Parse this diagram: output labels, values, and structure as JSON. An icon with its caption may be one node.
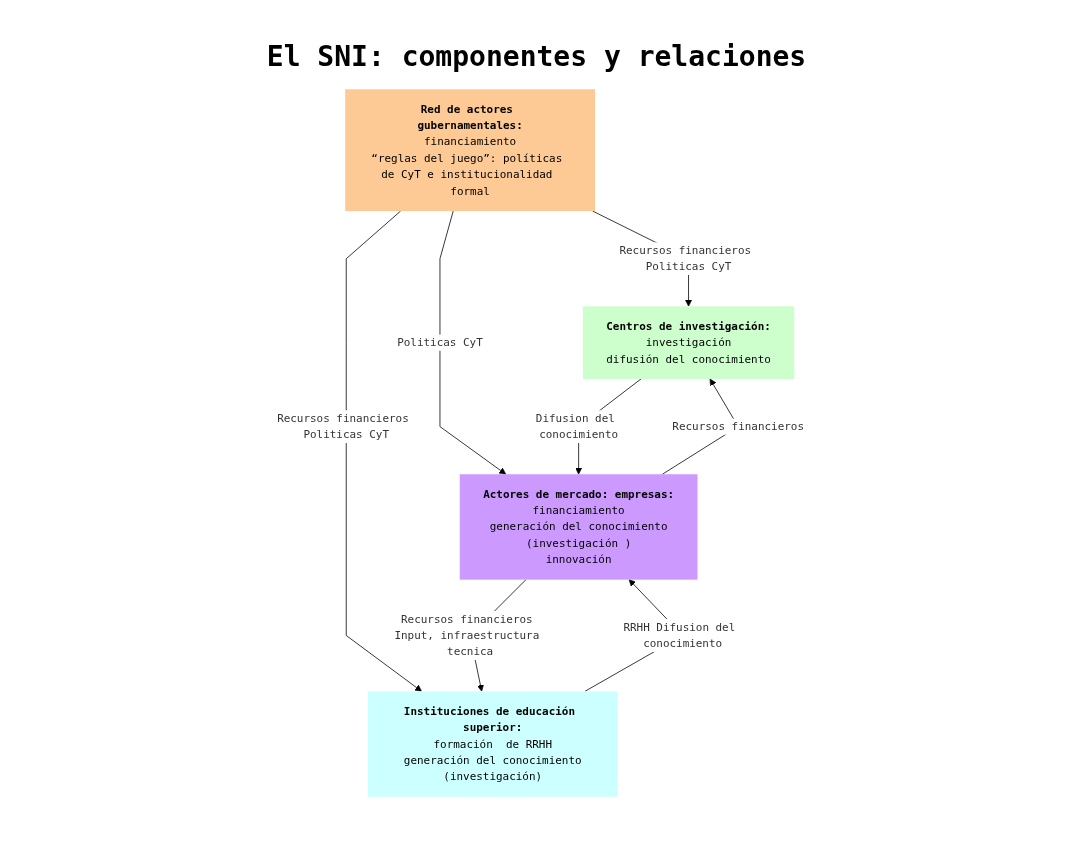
{
  "diagram": {
    "title": "El SNI: componentes y relaciones",
    "nodes": [
      {
        "text": [
          "Red de actores gubernamentales:",
          "financiamiento",
          "“reglas del juego”: políticas de CyT e institucionalidad formal"
        ]
      },
      {
        "text": [
          "Centros de investigación:",
          "investigación",
          "difusión del conocimiento"
        ]
      },
      {
        "text": [
          "Instituciones de educación superior:",
          "formación  de RRHH",
          "generación del conocimiento",
          "(investigación)"
        ]
      },
      {
        "text": [
          "Actores de mercado: empresas:",
          "financiamiento",
          "generación del conocimiento",
          "(investigación )",
          "innovación"
        ]
      }
    ],
    "edges": [
      {
        "from": 0,
        "to": 1,
        "arrow": "to",
        "label": "Recursos financieros Politicas CyT"
      },
      {
        "from": 0,
        "to": 3,
        "arrow": "to",
        "label": "Politicas CyT"
      },
      {
        "from": 0,
        "to": 2,
        "arrow": "to",
        "label": "Recursos financieros Politicas CyT"
      },
      {
        "from": 1,
        "to": 3,
        "arrow": "to",
        "label": "Difusion del conocimiento"
      },
      {
        "from": 3,
        "to": 1,
        "arrow": "to",
        "label": "Recursos financieros"
      },
      {
        "from": 2,
        "to": 3,
        "arrow": "to",
        "label": "RRHH Difusion del conocimiento"
      },
      {
        "from": 3,
        "to": 2,
        "arrow": "to",
        "label": "Recursos financieros Input, infraestructura tecnica"
      }
    ]
  }
}
